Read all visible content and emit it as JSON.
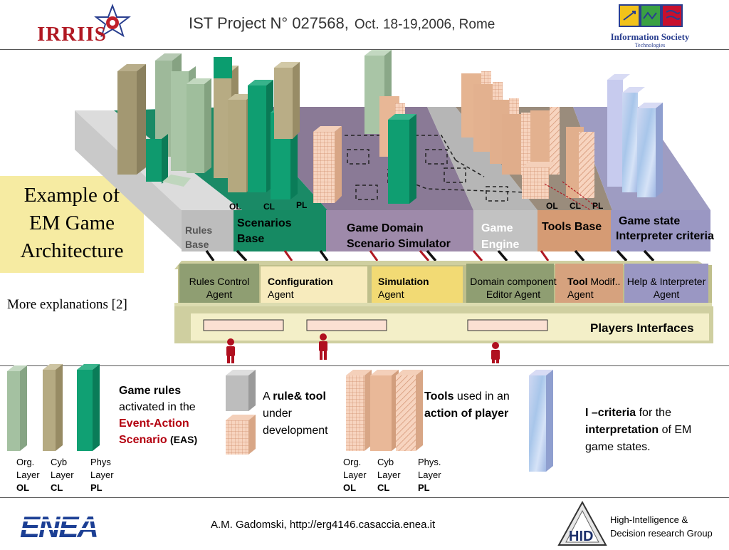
{
  "header": {
    "title": "IST Project N° 027568,",
    "subtitle": "Oct. 18-19,2006, Rome",
    "logo_left": "IRRIIS",
    "logo_right": "Information Society",
    "logo_right_sub": "Technologies"
  },
  "left_panel": {
    "example_line1": "Example of",
    "example_line2": "EM Game",
    "example_line3": "Architecture",
    "more": "More explanations [2]"
  },
  "diagram": {
    "bases": {
      "rules_line1": "Rules",
      "rules_line2": "Base",
      "scenarios_line1": "Scenarios",
      "scenarios_line2": "Base",
      "domain_line1": "Game Domain",
      "domain_line2": "Scenario  Simulator",
      "engine_line1": "Game",
      "engine_line2": "Engine",
      "tools": "Tools Base",
      "state_line1": "Game state",
      "state_line2": "Interpreter criteria"
    },
    "layer_tags_left": {
      "ol": "OL",
      "cl": "CL",
      "pl": "PL"
    },
    "layer_tags_right": {
      "ol": "OL",
      "cl": "CL",
      "pl": "PL"
    },
    "agents": {
      "rules_control_1": "Rules Control",
      "rules_control_2": "Agent",
      "configuration_1": "Configuration",
      "configuration_2": "Agent",
      "simulation_1": "Simulation",
      "simulation_2": "Agent",
      "domain_component_1": "Domain component",
      "domain_component_2": "Editor Agent",
      "tool_bold": "Tool",
      "tool_rest": " Modif..",
      "tool_2": "Agent",
      "help_1": "Help & Interpreter",
      "help_2": "Agent"
    },
    "players_interfaces": "Players Interfaces"
  },
  "legend": {
    "layers_left": {
      "org1": "Org.",
      "org2": "Layer",
      "org3": "OL",
      "cyb1": "Cyb",
      "cyb2": "Layer",
      "cyb3": "CL",
      "phys1": "Phys",
      "phys2": "Layer",
      "phys3": "PL"
    },
    "game_rules": {
      "l1": "Game rules",
      "l2": "activated in the",
      "l3": "Event-Action",
      "l4a": "Scenario",
      "l4b": "(EAS)"
    },
    "rule_tool": {
      "a": "A ",
      "b": "rule& tool",
      "l2": "under",
      "l3": "development"
    },
    "layers_right": {
      "org1": "Org.",
      "org2": "Layer",
      "org3": "OL",
      "cyb1": "Cyb",
      "cyb2": "Layer",
      "cyb3": "CL",
      "phys1": "Phys.",
      "phys2": "Layer",
      "phys3": "PL"
    },
    "tools_used": {
      "a": "Tools",
      "b": " used in an",
      "c": "action of player"
    },
    "criteria": {
      "a": "I –criteria",
      "b": " for the",
      "c": "interpretation",
      "d": " of EM",
      "e": "game states."
    }
  },
  "footer": {
    "author": "A.M. Gadomski,  http://erg4146.casaccia.enea.it",
    "enea": "ENEA",
    "hid": "HID",
    "hid_line1": "High-Intelligence &",
    "hid_line2": "Decision research Group"
  }
}
